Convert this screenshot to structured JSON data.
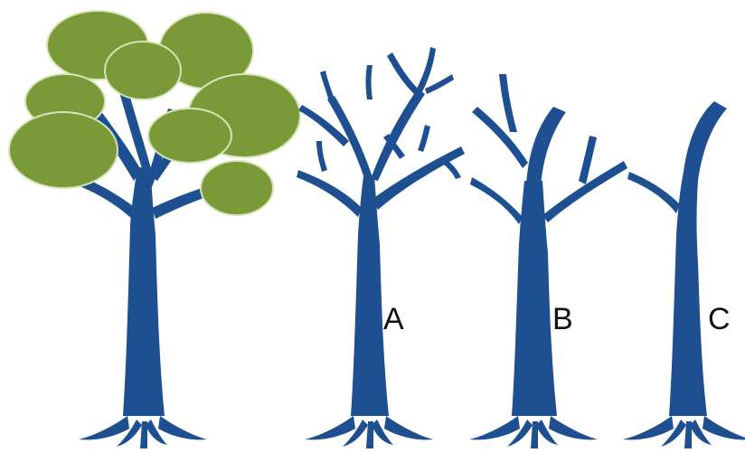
{
  "labels": {
    "a": "A",
    "b": "B",
    "c": "C"
  },
  "colors": {
    "trunk": "#1e4f91",
    "foliage": "#7a9a3a",
    "foliage_edge": "#cfdcae",
    "label": "#111111"
  },
  "trees": [
    {
      "id": "full",
      "description_icon": "tree-with-foliage-icon"
    },
    {
      "id": "a",
      "description_icon": "tree-bare-branches-icon"
    },
    {
      "id": "b",
      "description_icon": "tree-pruned-branches-icon"
    },
    {
      "id": "c",
      "description_icon": "tree-trunk-stub-icon"
    }
  ]
}
